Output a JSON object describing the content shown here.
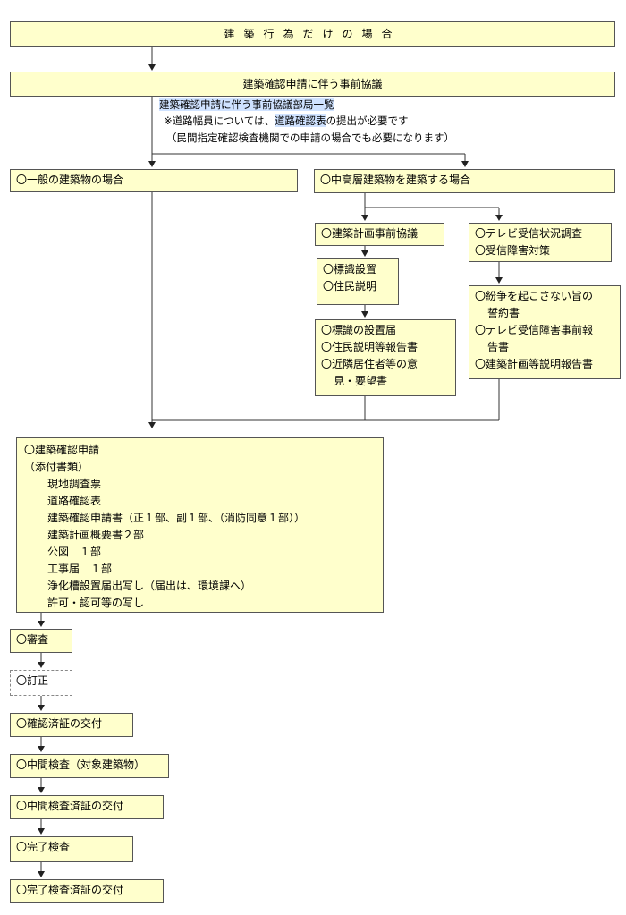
{
  "top_title": "建築行為だけの場合",
  "consult_title": "建築確認申請に伴う事前協議",
  "consult_note": {
    "link": "建築確認申請に伴う事前協議部局一覧",
    "line2_prefix": "※道路幅員については、",
    "line2_highlight": "道路確認表",
    "line2_suffix": "の提出が必要です",
    "line3": "（民間指定確認検査機関での申請の場合でも必要になります）"
  },
  "general_case": "〇一般の建築物の場合",
  "midrise_case": "〇中高層建築物を建築する場合",
  "left_flow": [
    "〇建築計画事前協議",
    [
      "〇標識設置",
      "〇住民説明"
    ],
    [
      "〇標識の設置届",
      "〇住民説明等報告書",
      "〇近隣居住者等の意",
      "見・要望書"
    ]
  ],
  "right_flow": [
    [
      "〇テレビ受信状況調査",
      "〇受信障害対策"
    ],
    [
      "〇紛争を起こさない旨の",
      "誓約書",
      "〇テレビ受信障害事前報",
      "告書",
      "〇建築計画等説明報告書"
    ]
  ],
  "application": {
    "title": "〇建築確認申請",
    "subtitle": "（添付書類）",
    "items": [
      "現地調査票",
      "道路確認表",
      "建築確認申請書（正１部、副１部、（消防同意１部））",
      "建築計画概要書２部",
      "公図　１部",
      "工事届　１部",
      "浄化槽設置届出写し（届出は、環境課へ）",
      "許可・認可等の写し"
    ]
  },
  "final_steps": [
    "〇審査",
    "〇訂正",
    "〇確認済証の交付",
    "〇中間検査（対象建築物）",
    "〇中間検査済証の交付",
    "〇完了検査",
    "〇完了検査済証の交付"
  ]
}
